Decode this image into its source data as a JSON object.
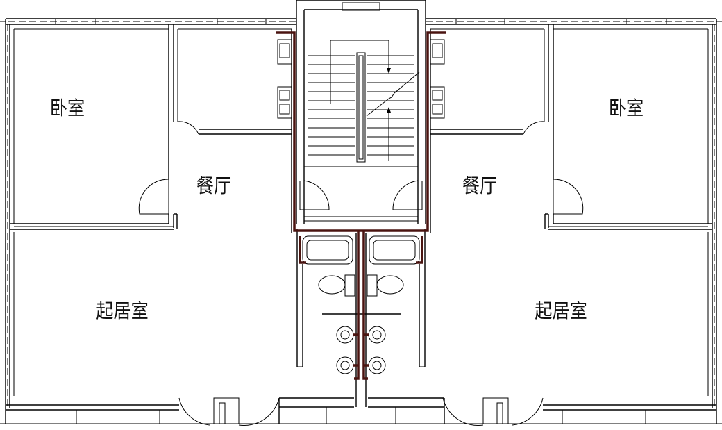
{
  "rooms": {
    "bedroom_left": "卧室",
    "bedroom_right": "卧室",
    "dining_left": "餐厅",
    "dining_right": "餐厅",
    "living_left": "起居室",
    "living_right": "起居室"
  },
  "colors": {
    "wall": "#000000",
    "pipe": "#4a1410",
    "background": "#ffffff"
  }
}
